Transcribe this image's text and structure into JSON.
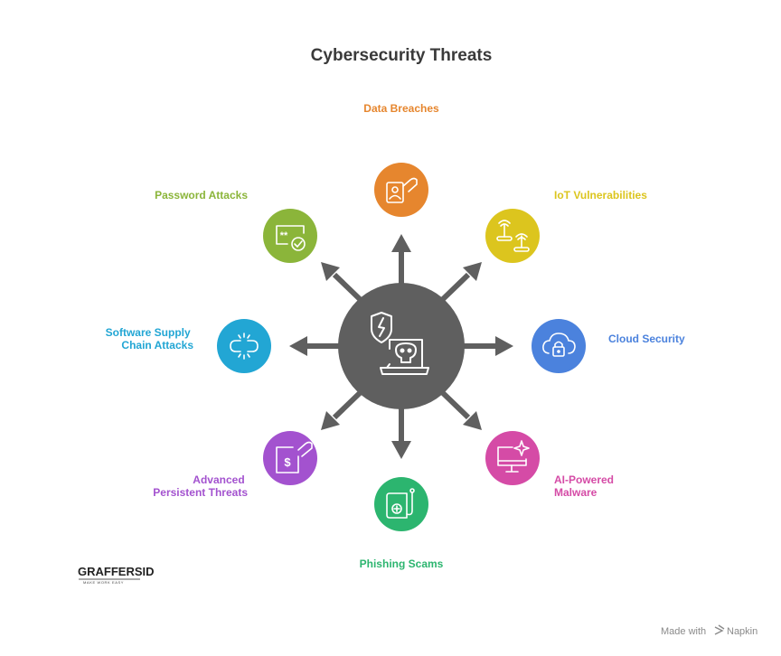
{
  "title": "Cybersecurity Threats",
  "center": {
    "icon": "laptop-skull-shield-icon"
  },
  "nodes": [
    {
      "id": "data-breaches",
      "label": "Data Breaches",
      "color": "#E6862E",
      "icon": "id-badge-hand-icon"
    },
    {
      "id": "iot-vulnerabilities",
      "label": "IoT Vulnerabilities",
      "color": "#DCC51E",
      "icon": "wifi-router-icon"
    },
    {
      "id": "cloud-security",
      "label": "Cloud Security",
      "color": "#4B82DD",
      "icon": "cloud-lock-icon"
    },
    {
      "id": "ai-powered-malware",
      "label": "AI-Powered Malware",
      "color": "#D54BA6",
      "icon": "monitor-sparkle-icon"
    },
    {
      "id": "phishing-scams",
      "label": "Phishing Scams",
      "color": "#2CB56F",
      "icon": "book-hook-icon"
    },
    {
      "id": "advanced-persistent-threats",
      "label": "Advanced Persistent Threats",
      "color": "#A352CF",
      "icon": "dollar-card-hand-icon"
    },
    {
      "id": "software-supply-chain-attacks",
      "label": "Software Supply Chain Attacks",
      "color": "#22A6D4",
      "icon": "broken-link-icon"
    },
    {
      "id": "password-attacks",
      "label": "Password Attacks",
      "color": "#8BB53A",
      "icon": "password-check-icon"
    }
  ],
  "labels": {
    "data-breaches": [
      "Data Breaches"
    ],
    "iot-vulnerabilities": [
      "IoT Vulnerabilities"
    ],
    "cloud-security": [
      "Cloud Security"
    ],
    "ai-powered-malware": [
      "AI-Powered",
      "Malware"
    ],
    "phishing-scams": [
      "Phishing Scams"
    ],
    "advanced-persistent-threats": [
      "Advanced",
      "Persistent Threats"
    ],
    "software-supply-chain-attacks": [
      "Software Supply",
      "Chain Attacks"
    ],
    "password-attacks": [
      "Password Attacks"
    ]
  },
  "logo": {
    "text": "GRAFFERSID",
    "tagline": "MAKE WORK EASY"
  },
  "footer": {
    "made_with": "Made with",
    "brand": "Napkin"
  },
  "colors": {
    "hub": "#5F5F5F",
    "arrow": "#5F5F5F",
    "title": "#3A3A3A"
  }
}
